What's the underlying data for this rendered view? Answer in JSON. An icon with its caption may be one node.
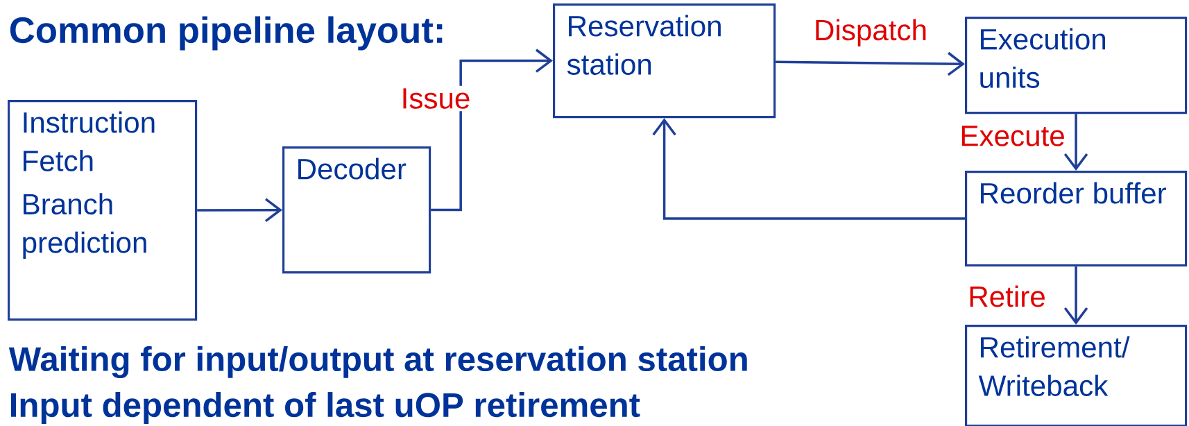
{
  "diagram": {
    "title": "Common pipeline layout:",
    "nodes": [
      {
        "text": [
          "Instruction Fetch",
          "Branch prediction"
        ]
      },
      {
        "text": [
          "Decoder"
        ]
      },
      {
        "text": [
          "Reservation station"
        ]
      },
      {
        "text": [
          "Execution units"
        ]
      },
      {
        "text": [
          "Reorder buffer"
        ]
      },
      {
        "text": [
          "Retirement/ Writeback"
        ]
      }
    ],
    "edges": [
      {
        "from": 0,
        "to": 1,
        "arrow": "to"
      },
      {
        "from": 1,
        "to": 2,
        "arrow": "to",
        "label": "Issue"
      },
      {
        "from": 2,
        "to": 3,
        "arrow": "to",
        "label": "Dispatch"
      },
      {
        "from": 3,
        "to": 4,
        "arrow": "to",
        "label": "Execute"
      },
      {
        "from": 4,
        "to": 2,
        "arrow": "to"
      },
      {
        "from": 4,
        "to": 5,
        "arrow": "to",
        "label": "Retire"
      }
    ],
    "labels": [
      "Waiting for input/output at reservation station",
      "Input dependent of last uOP retirement"
    ]
  }
}
